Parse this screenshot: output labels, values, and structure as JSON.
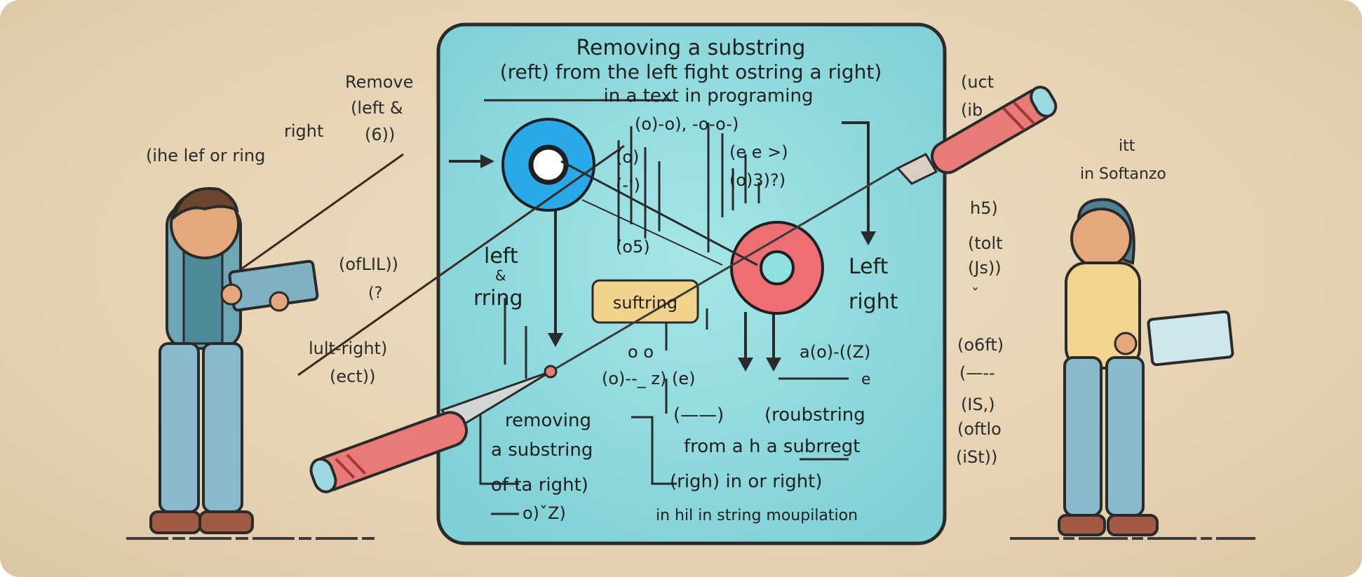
{
  "board": {
    "title_line1": "Removing a substring",
    "title_line2": "(reft) from the left fight ostring a right)",
    "title_line3": "in a text in programing",
    "code_top_1": "(o)-o), -o-o-)",
    "code_top_2": "(o)",
    "code_top_3": "(-‘)",
    "code_top_4": "(e e >)",
    "code_top_5": "(o)3)?)",
    "code_mid": "(o5)",
    "left_label_1": "left",
    "left_label_2": "&",
    "left_label_3": "rring",
    "right_label_1": "Left",
    "right_label_2": "right",
    "substring_box": "suftring",
    "code_lower_1": "o o",
    "code_lower_2": "(o)--_ z) (e)",
    "code_lower_3": "a(o)-((Z)",
    "code_lower_4": "e",
    "bottom_left_1": "removing",
    "bottom_left_2": "a substring",
    "bottom_left_3": "of ta right)",
    "bottom_left_4": "o)ˇZ)",
    "bottom_mid_1": "(——)",
    "bottom_right_1": "(roubstring",
    "bottom_right_2": "from a h a subrregt",
    "bottom_right_3": "(righ) in or right)",
    "bottom_right_4": "in hil in string moupilation"
  },
  "left_side": {
    "remove_1": "Remove",
    "remove_2": "(left &",
    "remove_3": "(6))",
    "right_word": "right",
    "ring_line": "(ihe lef or ring",
    "ofll": "(ofLIL))",
    "small_paren": "(?",
    "lult_right": "lult-right)",
    "ect": "(ect))"
  },
  "right_side": {
    "uct": "(uct",
    "ib": "(ib",
    "itt": "itt",
    "in_soft": "in Softanzo",
    "h5": "h5)",
    "tolt": "(tolt",
    "js": "(Js))",
    "tick": "ˇ",
    "ofoft": "(o6ft)",
    "dash": "(—--",
    "is": "(IS,)",
    "oftlo": "(oftlo",
    "ist": "(iSt))"
  },
  "colors": {
    "background": "#e6d3b3",
    "board_fill": "#8fd9dc",
    "board_border": "#2a2a2a",
    "blue_circle": "#2aa9e8",
    "red_circle": "#ee6f73",
    "pen_body": "#e87a78",
    "substring_box": "#f3d28c"
  }
}
